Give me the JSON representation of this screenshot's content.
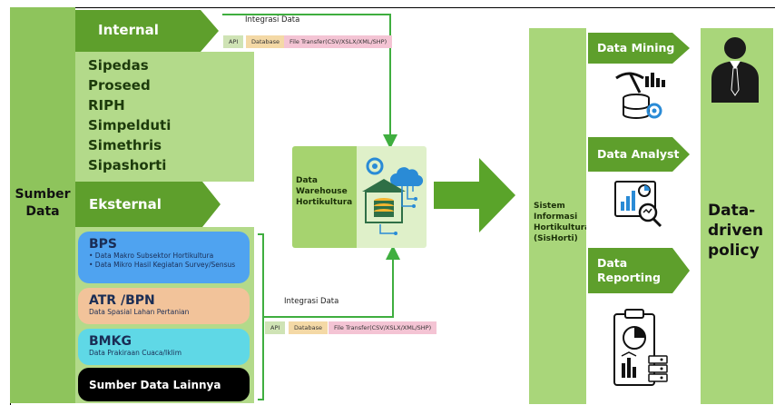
{
  "sources": {
    "label": "Sumber Data",
    "internal": {
      "label": "Internal",
      "items": [
        "Sipedas",
        "Proseed",
        "RIPH",
        "Simpelduti",
        "Simethris",
        "Sipashorti"
      ]
    },
    "eksternal": {
      "label": "Eksternal",
      "cards": [
        {
          "name": "BPS",
          "lines": [
            "• Data Makro Subsektor Hortikultura",
            "• Data Mikro Hasil Kegiatan Survey/Sensus"
          ],
          "color": "#4fa3f0"
        },
        {
          "name": "ATR /BPN",
          "lines": [
            "Data Spasial Lahan Pertanian"
          ],
          "color": "#f2c39a"
        },
        {
          "name": "BMKG",
          "lines": [
            "Data Prakiraan Cuaca/Iklim"
          ],
          "color": "#5fd8e6"
        },
        {
          "name": "Sumber Data Lainnya",
          "lines": [],
          "color": "#000000"
        }
      ]
    }
  },
  "integration_top": {
    "label": "Integrasi Data",
    "tags": [
      "API",
      "Database",
      "File Transfer(CSV/XSLX/XML/SHP)"
    ]
  },
  "integration_bottom": {
    "label": "Integrasi Data",
    "tags": [
      "API",
      "Database",
      "File Transfer(CSV/XSLX/XML/SHP)"
    ]
  },
  "warehouse": {
    "label": "Data Warehouse Hortikultura",
    "icon": "warehouse-cloud-icon"
  },
  "system": {
    "label": "Sistem Informasi Hortikultura (SisHorti)"
  },
  "outputs": [
    {
      "label": "Data Mining",
      "icon": "mining-icon"
    },
    {
      "label": "Data Analyst",
      "icon": "analyst-icon"
    },
    {
      "label": "Data Reporting",
      "icon": "reporting-icon"
    }
  ],
  "policy": {
    "label": "Data-driven policy",
    "icon": "businessman-icon"
  },
  "colors": {
    "green_dark": "#5e9f2c",
    "green_light": "#a9d67a",
    "arrow_green": "#5aa42a",
    "line_green": "#3fae3f"
  }
}
